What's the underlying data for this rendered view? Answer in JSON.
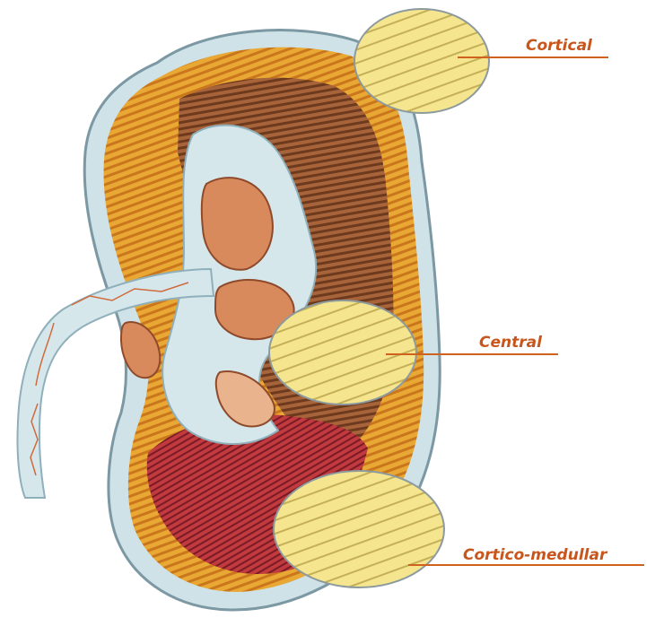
{
  "colors": {
    "label": "#c8561c",
    "leader": "#d0621e",
    "capsule": "#9fb7c0",
    "sinus": "#cfe0e6",
    "cortex_orange": "#e6a22a",
    "medulla_brown": "#9a5a30",
    "pyramid_red": "#b5283a",
    "cyst_yellow": "#f2e38c"
  },
  "labels": {
    "cortical": "Cortical",
    "central": "Central",
    "cortico_medullar": "Cortico-medullar"
  }
}
